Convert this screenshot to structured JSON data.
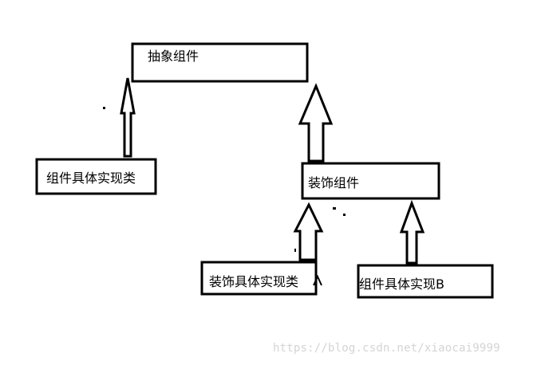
{
  "nodes": {
    "abstract_component": "抽象组件",
    "concrete_component": "组件具体实现类",
    "decorator": "装饰组件",
    "concrete_decorator": "装饰具体实现类",
    "concrete_decorator_b": "组件具体实现B"
  },
  "watermark": "https://blog.csdn.net/xiaocai9999",
  "colors": {
    "stroke": "#000000",
    "background": "#ffffff",
    "watermark": "#d4d4d4"
  }
}
